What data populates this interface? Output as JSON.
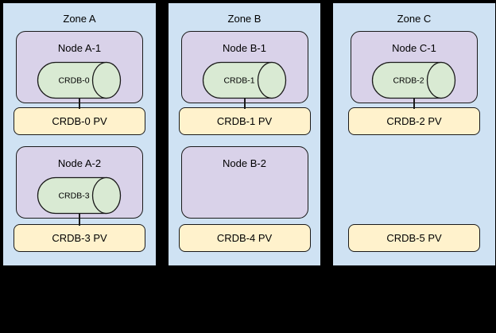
{
  "colors": {
    "background": "#000000",
    "zone_fill": "#cfe2f3",
    "node_fill": "#d9d2e9",
    "pod_fill": "#d9ead3",
    "pv_fill": "#fff2cc",
    "stroke": "#1a1a1a"
  },
  "zones": [
    {
      "label": "Zone A",
      "rows": [
        {
          "node_label": "Node A-1",
          "pod_label": "CRDB-0",
          "pv_label": "CRDB-0 PV"
        },
        {
          "node_label": "Node A-2",
          "pod_label": "CRDB-3",
          "pv_label": "CRDB-3 PV"
        }
      ]
    },
    {
      "label": "Zone B",
      "rows": [
        {
          "node_label": "Node B-1",
          "pod_label": "CRDB-1",
          "pv_label": "CRDB-1 PV"
        },
        {
          "node_label": "Node B-2",
          "pv_label": "CRDB-4 PV"
        }
      ]
    },
    {
      "label": "Zone C",
      "rows": [
        {
          "node_label": "Node C-1",
          "pod_label": "CRDB-2",
          "pv_label": "CRDB-2 PV"
        },
        {
          "pv_label": "CRDB-5 PV"
        }
      ]
    }
  ]
}
